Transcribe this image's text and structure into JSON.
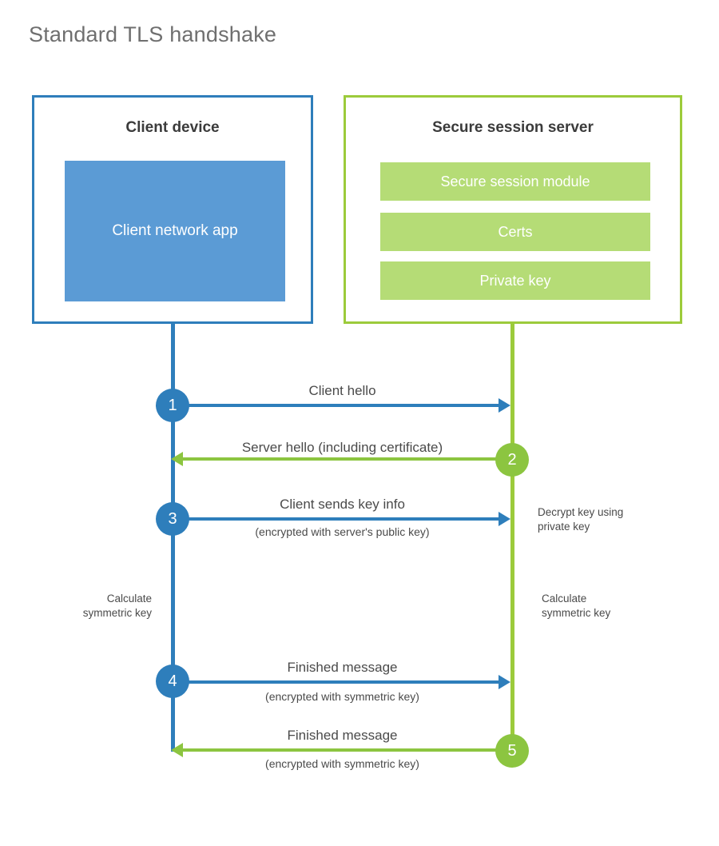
{
  "title": "Standard TLS handshake",
  "colors": {
    "client_blue": "#2E7EBB",
    "client_app_fill": "#5B9BD5",
    "server_green_border": "#9CCB3B",
    "server_bar_fill": "#B5DC76",
    "arrow_green": "#8CC540",
    "text_gray": "#4a4a4a",
    "title_gray": "#6f6f6f"
  },
  "client": {
    "title": "Client device",
    "app_label": "Client network app",
    "note_calculate": "Calculate\nsymmetric key",
    "note_calculate_line1": "Calculate",
    "note_calculate_line2": "symmetric key"
  },
  "server": {
    "title": "Secure session server",
    "bars": [
      {
        "label": "Secure session module"
      },
      {
        "label": "Certs"
      },
      {
        "label": "Private key"
      }
    ],
    "note_decrypt_line1": "Decrypt key using",
    "note_decrypt_line2": "private key",
    "note_calculate_line1": "Calculate",
    "note_calculate_line2": "symmetric key"
  },
  "steps": [
    {
      "number": "1",
      "label": "Client hello",
      "sublabel": "",
      "direction": "client-to-server",
      "color": "blue"
    },
    {
      "number": "2",
      "label": "Server hello (including certificate)",
      "sublabel": "",
      "direction": "server-to-client",
      "color": "green"
    },
    {
      "number": "3",
      "label": "Client sends key info",
      "sublabel": "(encrypted with server's public key)",
      "direction": "client-to-server",
      "color": "blue"
    },
    {
      "number": "4",
      "label": "Finished message",
      "sublabel": "(encrypted with symmetric key)",
      "direction": "client-to-server",
      "color": "blue"
    },
    {
      "number": "5",
      "label": "Finished message",
      "sublabel": "(encrypted with symmetric key)",
      "direction": "server-to-client",
      "color": "green"
    }
  ]
}
